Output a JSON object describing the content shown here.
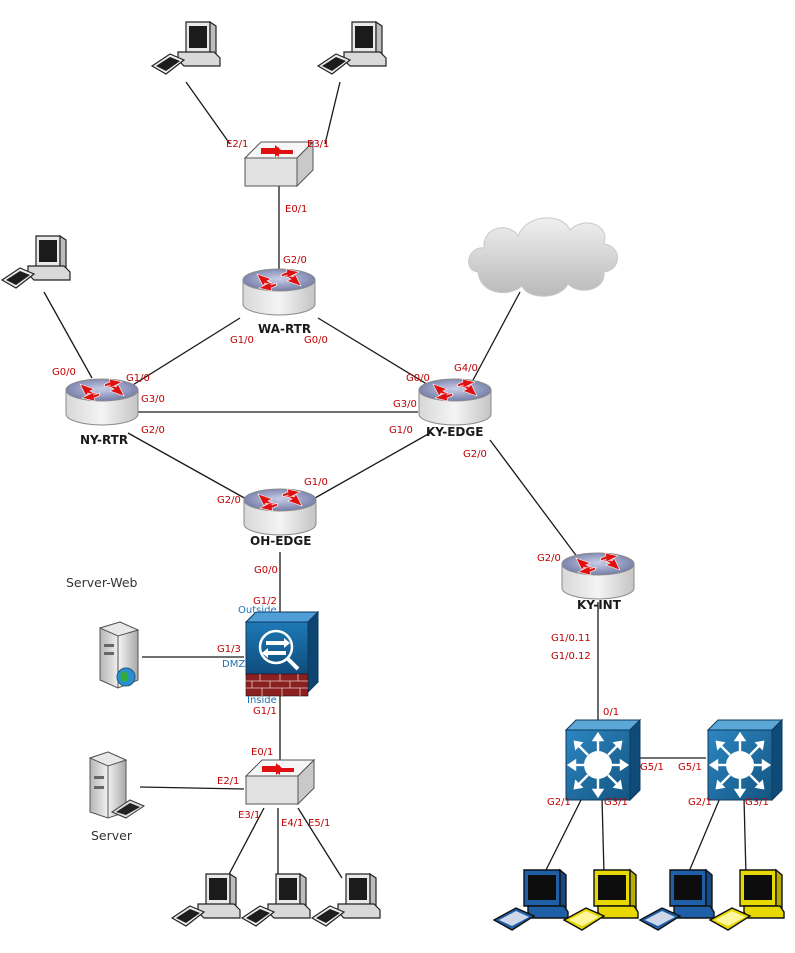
{
  "devices": {
    "wa_rtr": "WA-RTR",
    "ny_rtr": "NY-RTR",
    "ky_edge": "KY-EDGE",
    "oh_edge": "OH-EDGE",
    "ky_int": "KY-INT"
  },
  "firewall": {
    "outside": "Outside",
    "dmz": "DMZ",
    "inside": "Inside"
  },
  "servers": {
    "web": "Server-Web",
    "server": "Server"
  },
  "ports": {
    "sw_top_e2_1": "E2/1",
    "sw_top_e3_1": "E3/1",
    "sw_top_e0_1": "E0/1",
    "wa_g2_0": "G2/0",
    "wa_g1_0": "G1/0",
    "wa_g0_0": "G0/0",
    "ny_g0_0": "G0/0",
    "ny_g1_0": "G1/0",
    "ny_g3_0": "G3/0",
    "ny_g2_0": "G2/0",
    "ky_g4_0": "G4/0",
    "ky_g0_0": "G0/0",
    "ky_g3_0": "G3/0",
    "ky_g1_0": "G1/0",
    "ky_g2_0": "G2/0",
    "oh_g2_0": "G2/0",
    "oh_g1_0": "G1/0",
    "oh_g0_0": "G0/0",
    "fw_g1_2": "G1/2",
    "fw_g1_3": "G1/3",
    "fw_g1_1": "G1/1",
    "kyint_g2_0": "G2/0",
    "kyint_g1_0_11": "G1/0.11",
    "kyint_g1_0_12": "G1/0.12",
    "sw_bot_e0_1": "E0/1",
    "sw_bot_e2_1": "E2/1",
    "sw_bot_e3_1": "E3/1",
    "sw_bot_e4_1": "E4/1",
    "sw_bot_e5_1": "E5/1",
    "l3a_0_1": "0/1",
    "l3a_g5_1": "G5/1",
    "l3a_g2_1": "G2/1",
    "l3a_g3_1": "G3/1",
    "l3b_g5_1": "G5/1",
    "l3b_g2_1": "G2/1",
    "l3b_g3_1": "G3/1"
  },
  "colors": {
    "port_label": "#c00000",
    "firewall_label": "#1f6fb2",
    "router_top": "#9aa5c8",
    "multilayer_switch": "#1c6a9e",
    "pc_blue": "#1f5fa8",
    "pc_yellow": "#e6d800"
  }
}
